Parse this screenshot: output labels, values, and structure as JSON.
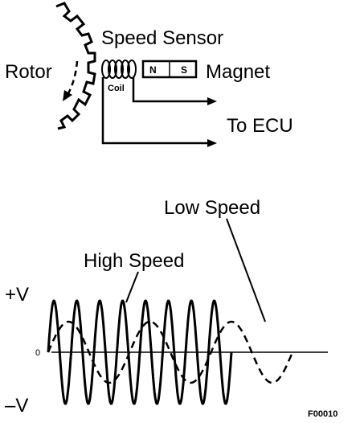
{
  "labels": {
    "speed_sensor": "Speed Sensor",
    "rotor": "Rotor",
    "coil": "Coil",
    "magnet": "Magnet",
    "magnet_n": "N",
    "magnet_s": "S",
    "to_ecu": "To ECU",
    "low_speed": "Low Speed",
    "high_speed": "High Speed",
    "plus_v": "+V",
    "zero": "0",
    "minus_v": "–V",
    "figure_code": "F00010"
  },
  "waveform": {
    "high_speed_cycles": 8,
    "low_speed_cycles": 3
  },
  "colors": {
    "ink": "#000000",
    "background": "#ffffff"
  }
}
